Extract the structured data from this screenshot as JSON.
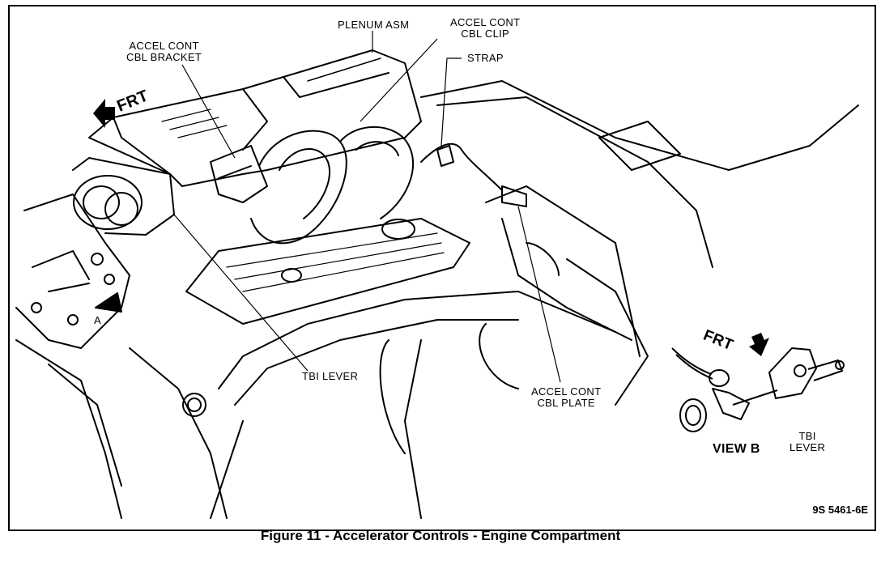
{
  "labels": {
    "plenum_asm": "PLENUM ASM",
    "accel_cont_cbl_clip": [
      "ACCEL CONT",
      "CBL CLIP"
    ],
    "accel_cont_cbl_bracket": [
      "ACCEL CONT",
      "CBL BRACKET"
    ],
    "strap": "STRAP",
    "frt_main": "FRT",
    "view_a_marker": "A",
    "tbi_lever_main": "TBI LEVER",
    "accel_cont_cbl_plate": [
      "ACCEL CONT",
      "CBL PLATE"
    ],
    "frt_view_b": "FRT",
    "view_b": "VIEW B",
    "tbi_lever_view_b": [
      "TBI",
      "LEVER"
    ]
  },
  "reference_number": "9S 5461-6E",
  "caption": "Figure 11 - Accelerator Controls - Engine Compartment"
}
